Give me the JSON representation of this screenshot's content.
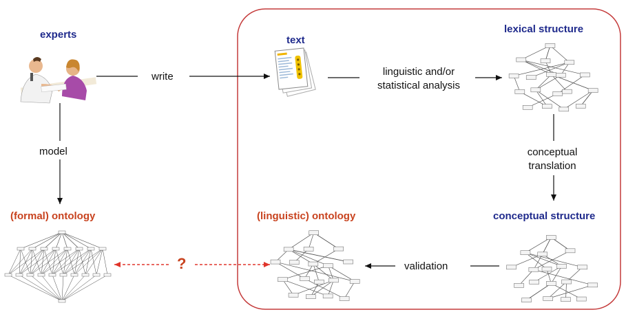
{
  "nodes": {
    "experts": "experts",
    "text": "text",
    "lexical_structure": "lexical structure",
    "formal_ontology": "(formal) ontology",
    "linguistic_ontology": "(linguistic) ontology",
    "conceptual_structure": "conceptual structure"
  },
  "edges": {
    "write": "write",
    "model": "model",
    "analysis_line1": "linguistic and/or",
    "analysis_line2": "statistical analysis",
    "translation_line1": "conceptual",
    "translation_line2": "translation",
    "validation": "validation",
    "question": "?"
  },
  "colors": {
    "boundary": "#c43a3a",
    "blue_label": "#1f2a8c",
    "orange_label": "#c8431f",
    "question_arrow": "#e0352b"
  },
  "icons": [
    "experts-photo",
    "text-document-icon",
    "tree-diagram-icon",
    "lattice-diagram-icon"
  ]
}
